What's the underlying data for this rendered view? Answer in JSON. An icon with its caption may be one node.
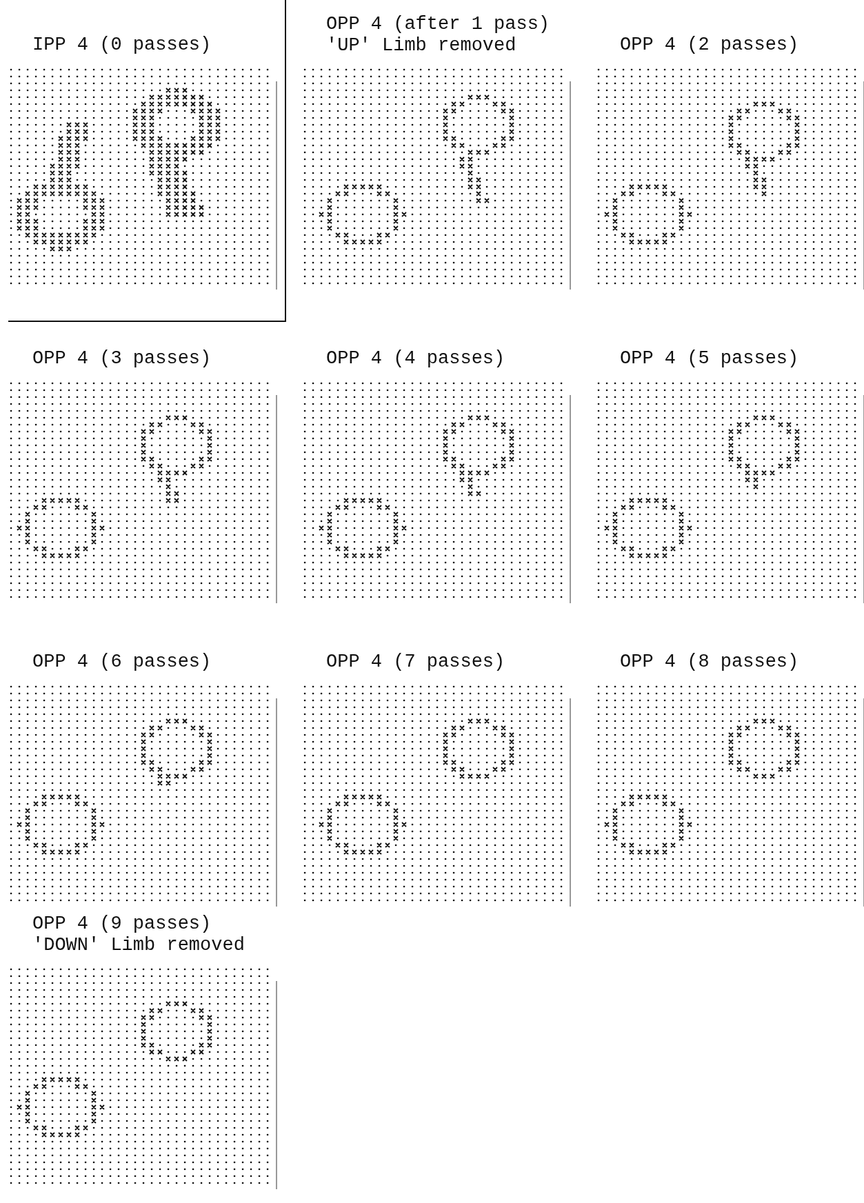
{
  "diagram": {
    "labels": [
      "IPP 4 (0 passes)",
      "OPP 4 (after 1 pass) 'UP' Limb removed",
      "OPP 4 (2 passes)",
      "OPP 4 (3 passes)",
      "OPP 4 (4 passes)",
      "OPP 4 (5 passes)",
      "OPP 4 (6 passes)",
      "OPP 4 (7 passes)",
      "OPP 4 (8 passes)",
      "OPP 4 (9 passes) 'DOWN' Limb removed"
    ]
  }
}
